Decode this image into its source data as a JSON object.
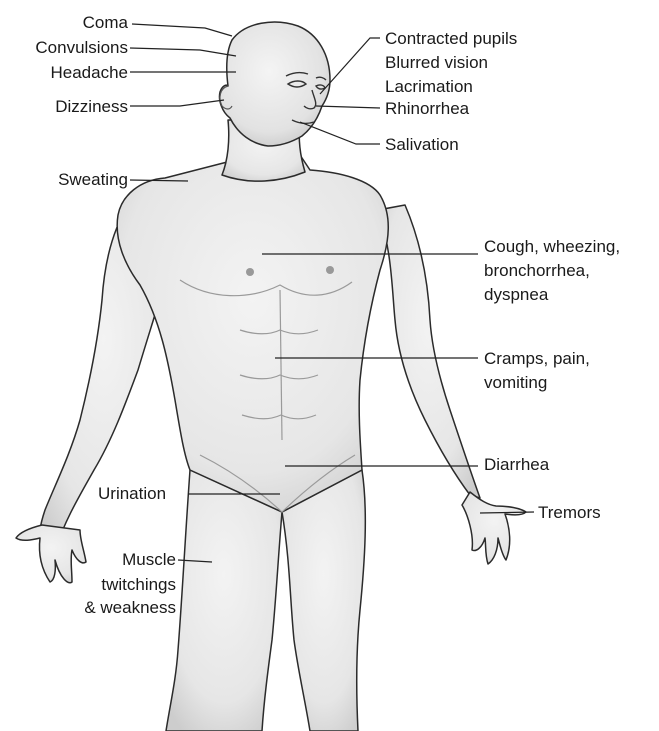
{
  "labels": {
    "coma": "Coma",
    "convulsions": "Convulsions",
    "headache": "Headache",
    "dizziness": "Dizziness",
    "sweating": "Sweating",
    "urination": "Urination",
    "muscle_1": "Muscle",
    "muscle_2": "twitchings",
    "muscle_3": "& weakness",
    "contracted_pupils": "Contracted pupils",
    "blurred_vision": "Blurred vision",
    "lacrimation": "Lacrimation",
    "rhinorrhea": "Rhinorrhea",
    "salivation": "Salivation",
    "cough_1": "Cough, wheezing,",
    "cough_2": "bronchorrhea,",
    "cough_3": "dyspnea",
    "cramps_1": "Cramps, pain,",
    "cramps_2": "vomiting",
    "diarrhea": "Diarrhea",
    "tremors": "Tremors"
  },
  "colors": {
    "skin": "#e9e9e9",
    "skin_shade": "#cfcfcf",
    "outline": "#2b2b2b",
    "leader": "#222222",
    "text": "#1a1a1a"
  }
}
